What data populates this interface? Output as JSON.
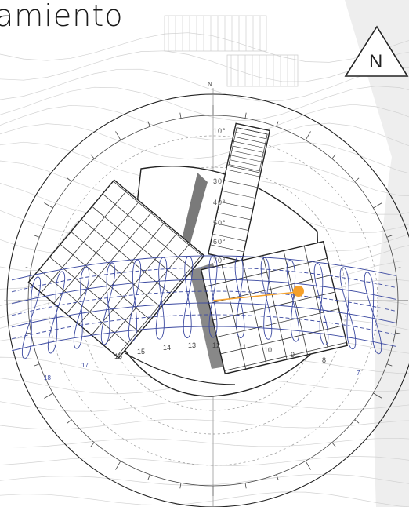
{
  "title": "amiento",
  "north_marker": {
    "label": "N",
    "icon": "north-arrow-icon"
  },
  "compass_label": "N",
  "altitude_labels": [
    "10°",
    "30°",
    "40°",
    "50°",
    "60°",
    "70°"
  ],
  "hour_labels_center": [
    "16",
    "15",
    "14",
    "13",
    "12",
    "11",
    "10",
    "9",
    "8"
  ],
  "hour_labels_outer": [
    "18",
    "17",
    "7"
  ],
  "colors": {
    "sunpath_blue": "#3a48a0",
    "sun_marker": "#f5a02a",
    "shadow_gray": "#7a7a7a",
    "building_line": "#222222",
    "topo_line": "#cfcfcf"
  }
}
